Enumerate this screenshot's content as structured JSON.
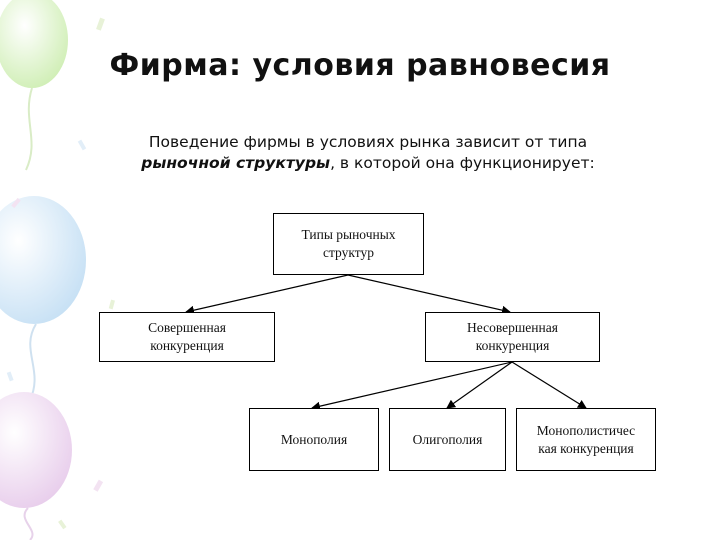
{
  "slide": {
    "title": "Фирма: условия равновесия",
    "intro_line1": "Поведение фирмы в условиях рынка зависит от типа",
    "intro_emphasis": "рыночной структуры",
    "intro_rest": ", в которой она функционирует:"
  },
  "diagram": {
    "root": {
      "line1": "Типы рыночных",
      "line2": "структур"
    },
    "perfect": {
      "line1": "Совершенная",
      "line2": "конкуренция"
    },
    "imperfect": {
      "line1": "Несовершенная",
      "line2": "конкуренция"
    },
    "monopoly": {
      "label": "Монополия"
    },
    "oligopoly": {
      "label": "Олигополия"
    },
    "monopolistic": {
      "line1": "Монополистичес",
      "line2": "кая конкуренция"
    }
  },
  "colors": {
    "text": "#111111",
    "border": "#000000",
    "balloon_green": "#d8f0c0",
    "balloon_blue": "#cfe6f7",
    "balloon_pink": "#ecd3ef"
  }
}
